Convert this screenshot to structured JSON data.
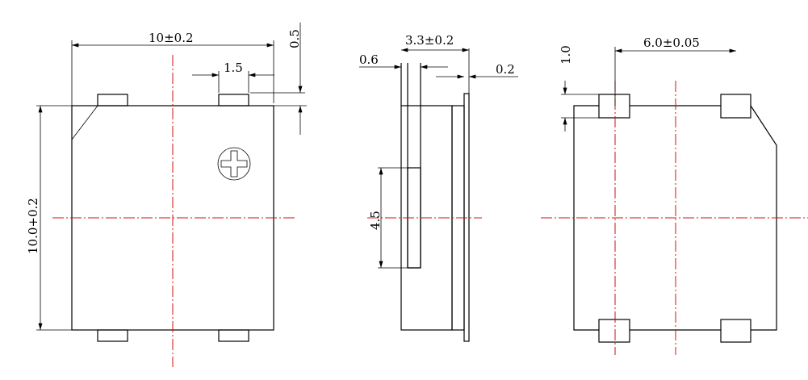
{
  "title": "SMD buzzer dimension drawing",
  "colors": {
    "outline": "#000000",
    "centerline": "#d01010"
  },
  "front_view": {
    "width_dim": "10±0.2",
    "pad_width_dim": "1.5",
    "pad_height_dim": "0.5",
    "height_dim": "10.0+0.2"
  },
  "side_view": {
    "thickness_dim": "3.3±0.2",
    "layer_dim": "0.6",
    "terminal_dim": "0.2",
    "hole_dim": "4.5"
  },
  "back_view": {
    "pad_height_dim": "1.0",
    "pad_pitch_dim": "6.0±0.05"
  }
}
